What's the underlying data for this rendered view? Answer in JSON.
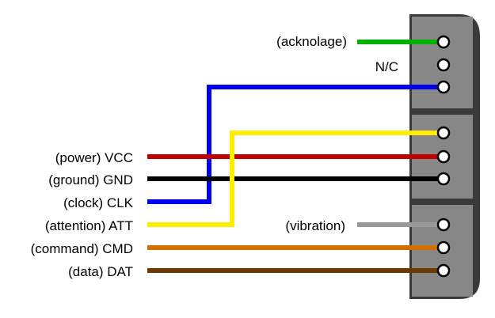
{
  "connector": {
    "pins": [
      {
        "label": "(acknolage)",
        "wire_color": "#00b000"
      },
      {
        "label": "N/C",
        "wire_color": null
      },
      {
        "label": "(clock) CLK",
        "wire_color": "#0000ee"
      },
      {
        "label": "(attention) ATT",
        "wire_color": "#ffee00"
      },
      {
        "label": "(power) VCC",
        "wire_color": "#c00000"
      },
      {
        "label": "(ground) GND",
        "wire_color": "#000000"
      },
      {
        "label": "(vibration)",
        "wire_color": "#999999"
      },
      {
        "label": "(command) CMD",
        "wire_color": "#d27000"
      },
      {
        "label": "(data) DAT",
        "wire_color": "#6b3a00"
      }
    ],
    "body_color": "#878787"
  }
}
